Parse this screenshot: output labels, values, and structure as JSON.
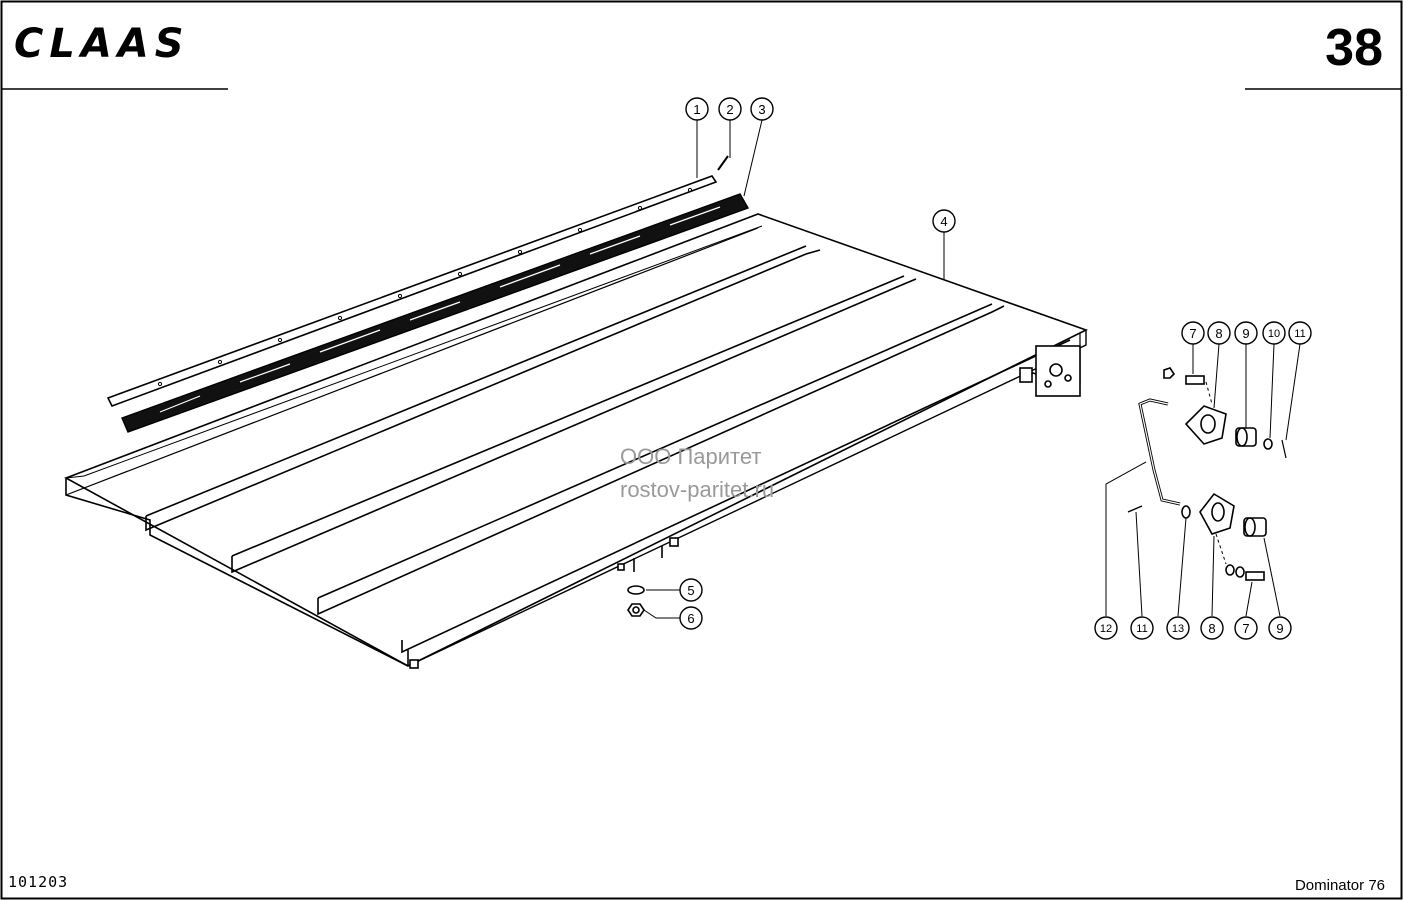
{
  "header": {
    "brand": "CLAAS",
    "page_number": "38"
  },
  "footer": {
    "doc_code": "101203",
    "model": "Dominator 76"
  },
  "watermark": {
    "company": "ООО Паритет",
    "site": "rostov-paritet.ru"
  },
  "callouts": [
    {
      "id": "c1",
      "label": "1"
    },
    {
      "id": "c2",
      "label": "2"
    },
    {
      "id": "c3",
      "label": "3"
    },
    {
      "id": "c4",
      "label": "4"
    },
    {
      "id": "c5",
      "label": "5"
    },
    {
      "id": "c6",
      "label": "6"
    },
    {
      "id": "c7a",
      "label": "7"
    },
    {
      "id": "c8a",
      "label": "8"
    },
    {
      "id": "c9a",
      "label": "9"
    },
    {
      "id": "c10",
      "label": "10"
    },
    {
      "id": "c11a",
      "label": "11"
    },
    {
      "id": "c12",
      "label": "12"
    },
    {
      "id": "c11b",
      "label": "11"
    },
    {
      "id": "c13",
      "label": "13"
    },
    {
      "id": "c8b",
      "label": "8"
    },
    {
      "id": "c7b",
      "label": "7"
    },
    {
      "id": "c9b",
      "label": "9"
    }
  ]
}
